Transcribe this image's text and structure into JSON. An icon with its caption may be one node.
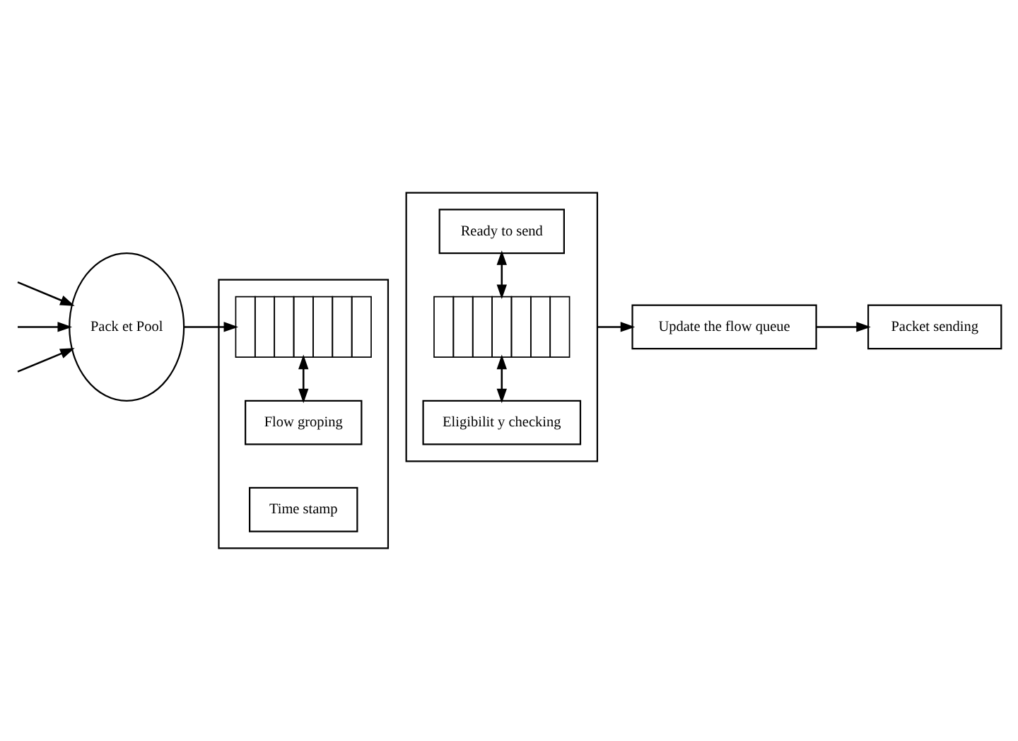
{
  "diagram": {
    "nodes": [
      {
        "text": [
          "Pack et Pool"
        ]
      },
      {
        "text": [],
        "shape": "box"
      },
      {
        "text": [
          "Flow groping"
        ],
        "in": 1
      },
      {
        "text": [],
        "shape": "box",
        "in": 1
      },
      {
        "text": [
          "Time stamp"
        ],
        "in": 1
      },
      {
        "text": [],
        "shape": "box"
      },
      {
        "text": [
          "Eligibilit y checking"
        ],
        "in": 5
      },
      {
        "text": [],
        "shape": "box",
        "in": 5
      },
      {
        "text": [
          "Ready to send"
        ],
        "in": 5
      },
      {
        "text": [
          "Update the flow queue"
        ]
      },
      {
        "text": [
          "Packet sending"
        ]
      }
    ],
    "edges": [
      {
        "from": null,
        "to": 0,
        "arrow": "to"
      },
      {
        "from": null,
        "to": 0,
        "arrow": "to"
      },
      {
        "from": null,
        "to": 0,
        "arrow": "to"
      },
      {
        "from": 0,
        "to": 3,
        "arrow": "to"
      },
      {
        "from": 2,
        "to": 3,
        "arrow": "both"
      },
      {
        "from": 6,
        "to": 7,
        "arrow": "both"
      },
      {
        "from": 7,
        "to": 8,
        "arrow": "both"
      },
      {
        "from": 5,
        "to": 9,
        "arrow": "to"
      },
      {
        "from": 9,
        "to": 10,
        "arrow": "to"
      }
    ]
  }
}
